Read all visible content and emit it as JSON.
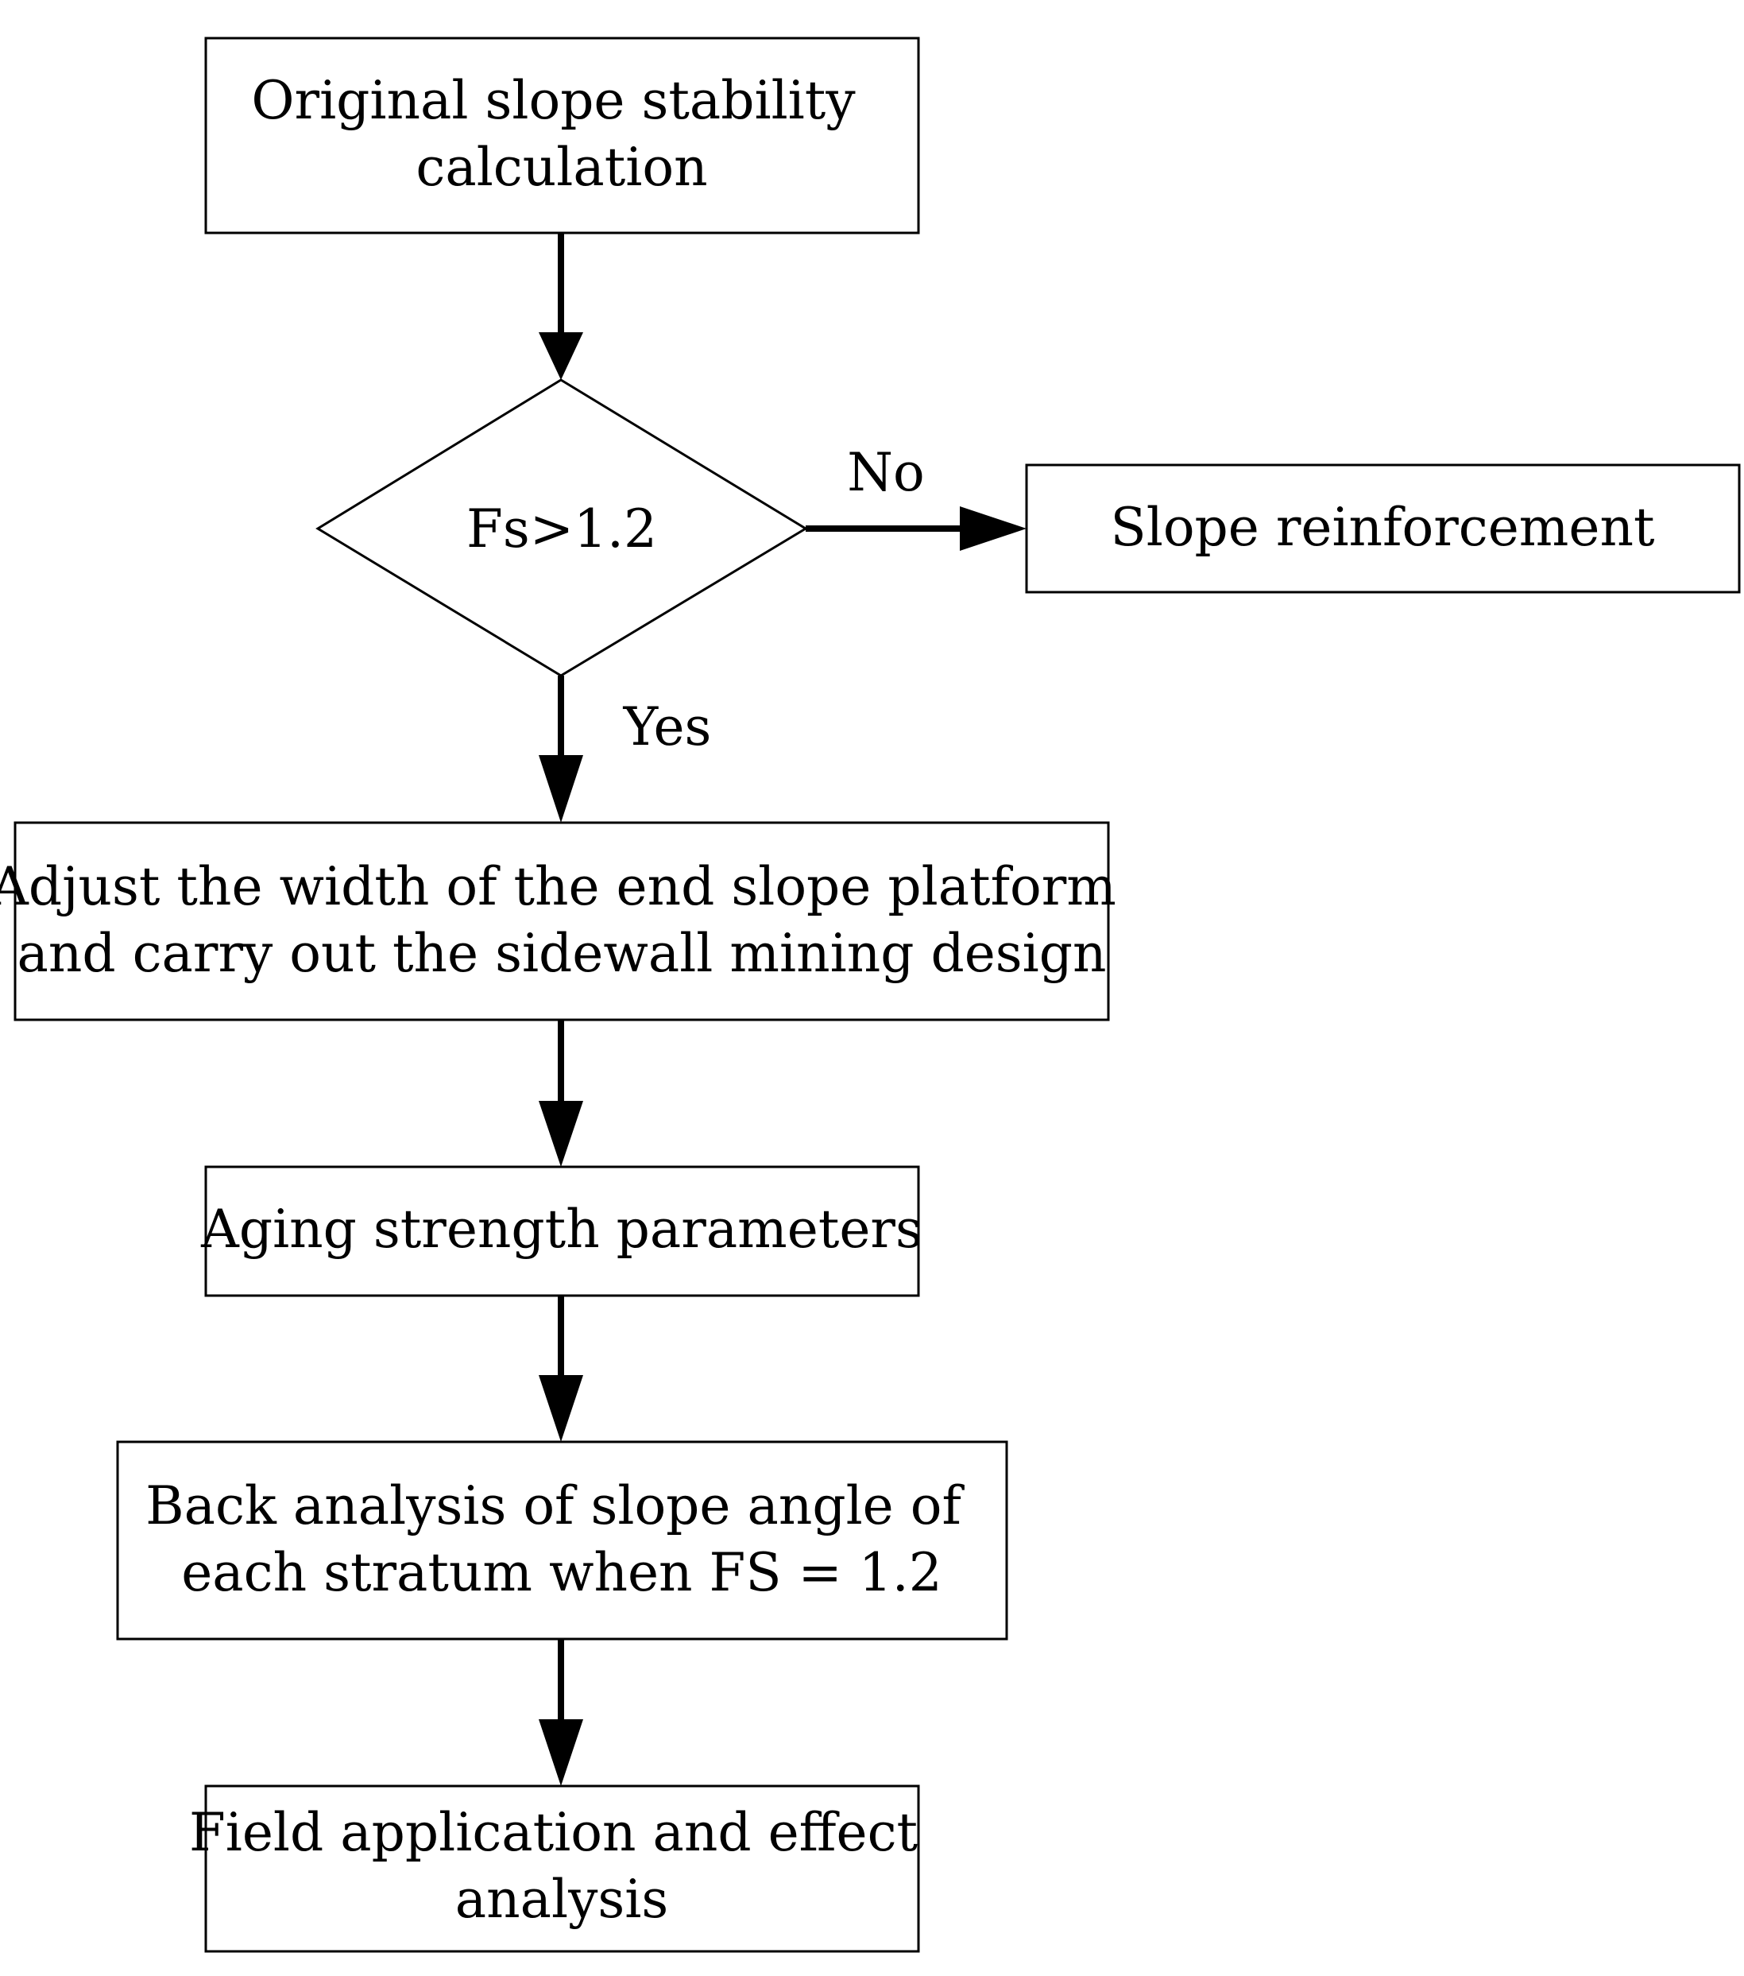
{
  "nodes": {
    "original": {
      "lines": [
        "Original slope stability",
        "calculation"
      ]
    },
    "decision": {
      "lines": [
        "Fs>1.2"
      ]
    },
    "reinforcement": {
      "lines": [
        "Slope reinforcement"
      ]
    },
    "adjust": {
      "lines": [
        "Adjust the width of the end slope platform",
        "and carry out the sidewall mining design"
      ]
    },
    "aging": {
      "lines": [
        "Aging strength parameters"
      ]
    },
    "back_analysis": {
      "lines": [
        "Back analysis of slope angle of",
        "each stratum when FS = 1.2"
      ]
    },
    "field": {
      "lines": [
        "Field application and effect",
        "analysis"
      ]
    }
  },
  "edge_labels": {
    "no": "No",
    "yes": "Yes"
  },
  "colors": {
    "stroke": "#000000",
    "fill": "#ffffff",
    "text": "#000000"
  }
}
